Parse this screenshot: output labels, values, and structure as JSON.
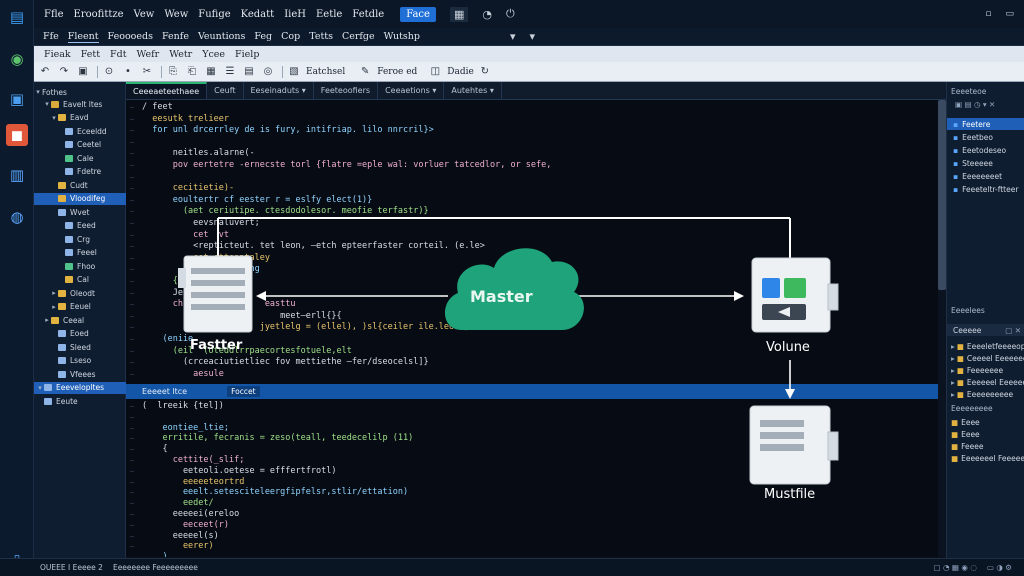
{
  "menubar": {
    "items": [
      "Ffle",
      "Eroofittze",
      "Vew",
      "Wew",
      "Fufige",
      "Kedatt",
      "IieH",
      "Eetle",
      "Fetdle"
    ],
    "active_item": "Face"
  },
  "menubar2": {
    "items": [
      "Ffe",
      "Fleent",
      "Feoooeds",
      "Fenfe",
      "Veuntions",
      "Feg",
      "Cop",
      "Tetts",
      "Cerfge",
      "Wutshp"
    ]
  },
  "menubar3": {
    "items": [
      "Fieak",
      "Fett",
      "Fdt",
      "Wefr",
      "Wetr",
      "Ycee",
      "Fielp"
    ]
  },
  "toolbar": {
    "buttons": [
      "Eatchsel",
      "Feroe ed",
      "Dadie"
    ]
  },
  "explorer": {
    "header": "Fothes",
    "items": [
      {
        "label": "Eavelt ltes",
        "color": "#d9a93a",
        "indent": 1,
        "caret": "▾"
      },
      {
        "label": "Eavd",
        "color": "#e3b341",
        "indent": 2,
        "caret": "▾"
      },
      {
        "label": "Eceeldd",
        "color": "#8fb5e8",
        "indent": 3,
        "caret": ""
      },
      {
        "label": "Ceetel",
        "color": "#8fb5e8",
        "indent": 3,
        "caret": ""
      },
      {
        "label": "Cale",
        "color": "#4fc38a",
        "indent": 3,
        "caret": ""
      },
      {
        "label": "Fdetre",
        "color": "#8fb5e8",
        "indent": 3,
        "caret": ""
      },
      {
        "label": "Cudt",
        "color": "#e3b341",
        "indent": 2,
        "caret": ""
      },
      {
        "label": "Vloodifeg",
        "color": "#e3b341",
        "indent": 2,
        "caret": "",
        "selected": true
      },
      {
        "label": "Wvet",
        "color": "#8fb5e8",
        "indent": 2,
        "caret": ""
      },
      {
        "label": "Eeed",
        "color": "#8fb5e8",
        "indent": 3,
        "caret": ""
      },
      {
        "label": "Crg",
        "color": "#8fb5e8",
        "indent": 3,
        "caret": ""
      },
      {
        "label": "Feeel",
        "color": "#8fb5e8",
        "indent": 3,
        "caret": ""
      },
      {
        "label": "Fhoo",
        "color": "#4fc38a",
        "indent": 3,
        "caret": ""
      },
      {
        "label": "Cal",
        "color": "#e3b341",
        "indent": 3,
        "caret": ""
      },
      {
        "label": "Oleodt",
        "color": "#e3b341",
        "indent": 2,
        "caret": "▸"
      },
      {
        "label": "Eeuel",
        "color": "#e3b341",
        "indent": 2,
        "caret": "▸"
      },
      {
        "label": "Ceeal",
        "color": "#e3b341",
        "indent": 1,
        "caret": "▸"
      },
      {
        "label": "Eoed",
        "color": "#8fb5e8",
        "indent": 2,
        "caret": ""
      },
      {
        "label": "Sleed",
        "color": "#8fb5e8",
        "indent": 2,
        "caret": ""
      },
      {
        "label": "Lseso",
        "color": "#8fb5e8",
        "indent": 2,
        "caret": ""
      },
      {
        "label": "Vfeees",
        "color": "#8fb5e8",
        "indent": 2,
        "caret": ""
      },
      {
        "label": "Eeevelopltes",
        "color": "#8fb5e8",
        "indent": 0,
        "caret": "▾",
        "selected": true
      },
      {
        "label": "Eeute",
        "color": "#8fb5e8",
        "indent": 0,
        "caret": ""
      }
    ]
  },
  "tabs": [
    "Ceeeaeteethaee",
    "Ceuft  ",
    "Eeseinaduts ▾",
    "Feeteoofiers",
    "Ceeaetions ▾",
    "Autehtes ▾"
  ],
  "code_top": [
    "/ feet",
    "  eesutk trelieer",
    "  for unl drcerrley de is fury, intifriap. lilo nnrcril}>",
    "",
    "      neitles.alarne(-",
    "      pov eertetre -ernecste torl {flatre =eple wal: vorluer tatcedlor, or sefe,",
    "",
    "      cecitietie)-",
    "      eoultertr cf eester r = eslfy elect(1)}",
    "        (aet ceriutipe. ctesdodolesor. meofie terfastr)}",
    "          eevsnaluvert;",
    "          cet  vt",
    "          <repticteut. tet leon, —etch epteerfaster corteil. (e.le>",
    "          cet ettenptaley",
    "              ,feeecong",
    "      {            }",
    "      Jeasti  electt",
    "      chle              easttu",
    "                           meet—erll{}{",
    "                       jyetlelg = (ellel), )sl{ceiler ile.leord},",
    "    (eniie",
    "      (eil  (oteddlrrpaecortesfotuele,elt",
    "        (crceaciutietliec fov mettiethe —fer/dseocelsl]}",
    "          aesule"
  ],
  "split_bar": {
    "label": "Eeeeet ltce",
    "tag": "Foccet"
  },
  "code_bottom": [
    "(  lreeik {tel])",
    "",
    "    eontiee_ltie;",
    "    erritile, fecranis = zeso(teall, teedecelilp (11)",
    "    {",
    "      cettite(_slif;",
    "        eeteoli.oetese = efffertfrotl)",
    "        eeeeeteortrd",
    "        eeelt.setesciteleergfipfelsr,stlir/ettation)",
    "        eedet/",
    "      eeeeei(ereloo",
    "        eeceet(r)",
    "      eeeeel(s)",
    "        eerer)",
    "    )"
  ],
  "right_panel": {
    "header": "Eeeeteoe",
    "items": [
      {
        "label": "Feetere",
        "selected": true
      },
      {
        "label": "Eeetbeo",
        "selected": false
      },
      {
        "label": "Eeetodeseo",
        "selected": false
      },
      {
        "label": "Steeeee",
        "selected": false
      },
      {
        "label": "Eeeeeeeet",
        "selected": false
      },
      {
        "label": "Feeeteltr-ftteer",
        "selected": false
      }
    ],
    "header2": "Eeeelees",
    "tab2": "Ceeeee",
    "items2": [
      "Eeeeletfeeeeop",
      "Ceeeel Eeeeeee",
      "Feeeeeee",
      "Eeeeeel Eeeeeee",
      "Eeeeeeeeee"
    ],
    "header3": "Eeeeeeeee",
    "items3": [
      "Eeee",
      "Eeee",
      "Feeee",
      "Eeeeeeel Feeeeeee"
    ]
  },
  "status": {
    "items": [
      "OUEEE I Eeeee 2",
      "Eeeeeeee Feeeeeeeee"
    ]
  },
  "diagram": {
    "nodes": [
      {
        "label": "Master",
        "type": "cloud"
      },
      {
        "label": "Fastter",
        "type": "server"
      },
      {
        "label": "Volune",
        "type": "appliance"
      },
      {
        "label": "Mustfile",
        "type": "server"
      }
    ],
    "colors": {
      "cloud": "#1fa37a",
      "box": "#eef1f4"
    }
  },
  "icons": [
    "logo-icon",
    "source-control-icon",
    "debug-icon",
    "extensions-icon",
    "remote-icon"
  ]
}
